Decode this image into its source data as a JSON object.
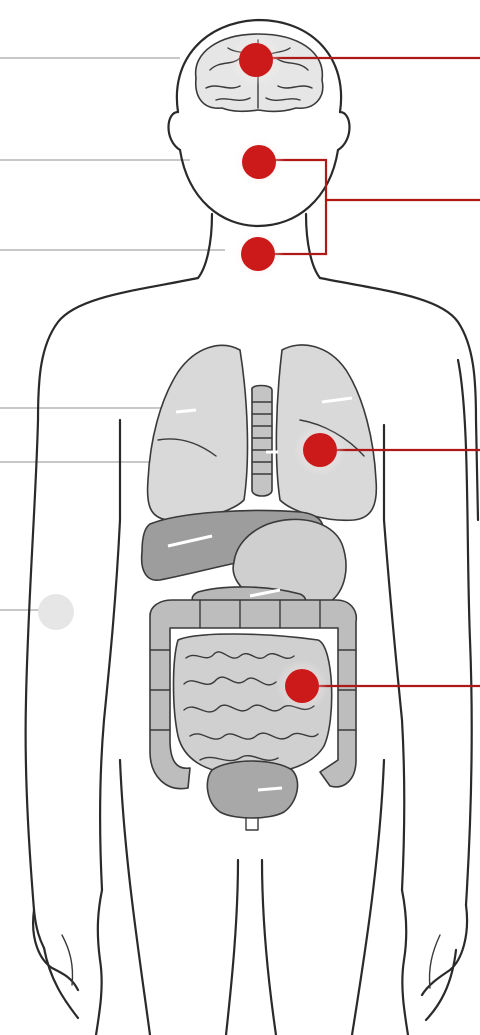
{
  "colors": {
    "marker": "#cc1a1a",
    "marker_glow": "#f4a8a8",
    "leader_line": "#b01818",
    "organ_fill": "#d6d6d6",
    "organ_dark": "#a9a9a9",
    "body_outline": "#2a2a2a",
    "faint_line": "#c8c8c8",
    "faint_marker": "#e6e6e6"
  },
  "markers": [
    {
      "id": "brain",
      "organ": "brain",
      "connects_to": "right-edge"
    },
    {
      "id": "face",
      "organ": "mouth",
      "connects_to": "right-edge"
    },
    {
      "id": "throat",
      "organ": "thyroid",
      "connects_to": "right-edge"
    },
    {
      "id": "lung",
      "organ": "left-lung",
      "connects_to": "right-edge"
    },
    {
      "id": "intestine",
      "organ": "small-intestine",
      "connects_to": "right-edge"
    }
  ],
  "faint_markers": [
    {
      "id": "hand",
      "organ": "hand"
    }
  ],
  "organs": [
    "brain",
    "lungs",
    "trachea",
    "liver",
    "stomach",
    "pancreas",
    "large-intestine",
    "small-intestine",
    "bladder"
  ]
}
